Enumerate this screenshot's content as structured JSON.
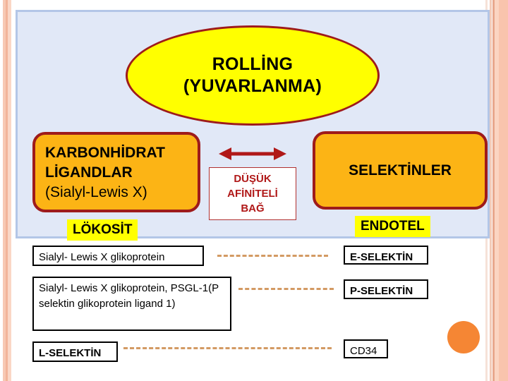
{
  "slide": {
    "title_lines": [
      "ROLLİNG",
      "(YUVARLANMA)"
    ],
    "leukocyte_box": {
      "line1": "KARBONHİDRAT",
      "line2": "LİGANDLAR",
      "line3": "(Sialyl-Lewis X)"
    },
    "endothelium_box": {
      "label": "SELEKTİNLER"
    },
    "bond_box": {
      "line1": "DÜŞÜK",
      "line2": "AFİNİTELİ",
      "line3": "BAĞ"
    },
    "side_labels": {
      "left": "LÖKOSİT",
      "right": "ENDOTEL"
    },
    "pairs": [
      {
        "ligand": "Sialyl- Lewis X glikoprotein",
        "selectin": "E-SELEKTİN"
      },
      {
        "ligand": "Sialyl- Lewis X glikoprotein, PSGL-1(P selektin glikoprotein ligand 1)",
        "selectin": "P-SELEKTİN"
      },
      {
        "ligand": "L-SELEKTİN",
        "selectin": "CD34"
      }
    ],
    "colors": {
      "panel_bg": "#e1e8f7",
      "panel_border": "#b3c6e7",
      "title_fill": "#ffff00",
      "title_border": "#9e1b1b",
      "box_fill": "#fcb415",
      "box_border": "#9e1b1b",
      "bond_text": "#b01818",
      "highlight": "#ffff00",
      "connector": "#d39a63",
      "dot": "#f58634",
      "border_stripe": "#f9c4ad"
    }
  }
}
